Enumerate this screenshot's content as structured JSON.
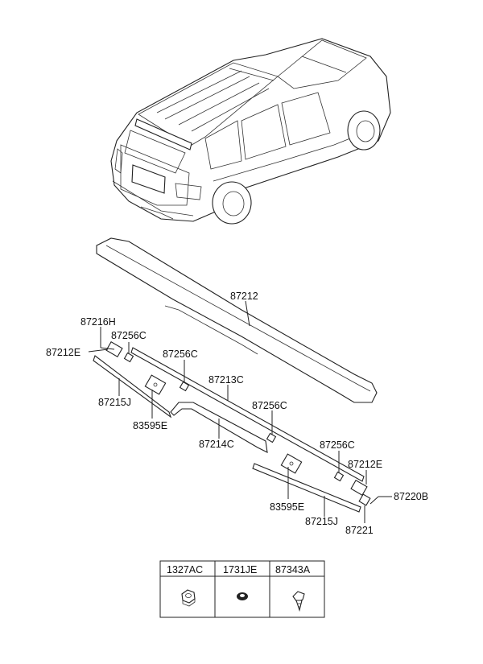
{
  "callouts": {
    "p87212": "87212",
    "p87216H": "87216H",
    "p87256C_a": "87256C",
    "p87212E_left": "87212E",
    "p87256C_b": "87256C",
    "p87213C": "87213C",
    "p87215J_left": "87215J",
    "p83595E_left": "83595E",
    "p87256C_c": "87256C",
    "p87214C": "87214C",
    "p87256C_d": "87256C",
    "p87212E_right": "87212E",
    "p87220B": "87220B",
    "p83595E_right": "83595E",
    "p87215J_right": "87215J",
    "p87221": "87221"
  },
  "fasteners_table": {
    "headers": [
      "1327AC",
      "1731JE",
      "87343A"
    ],
    "icons": [
      "nut-icon",
      "grommet-icon",
      "clip-icon"
    ]
  }
}
